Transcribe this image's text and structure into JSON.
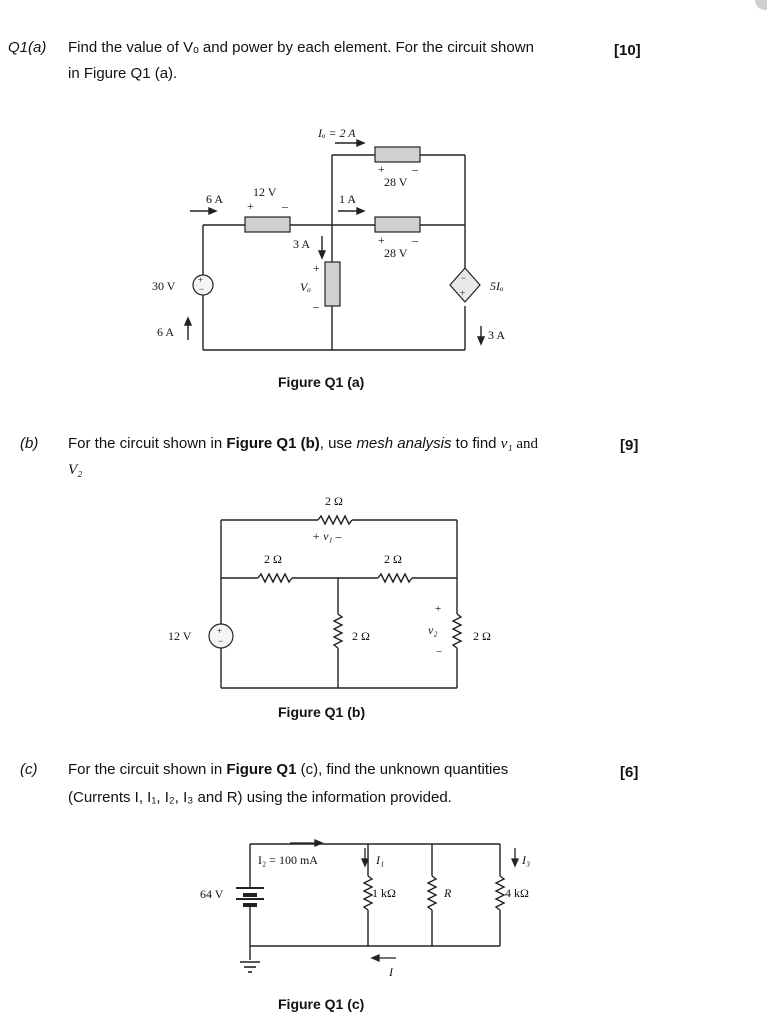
{
  "q1a": {
    "label": "Q1(a)",
    "text_line1": "Find the value of Vₒ and power by each element. For the circuit shown",
    "text_line2": "in Figure Q1 (a).",
    "marks": "[10]",
    "figure": {
      "io_label": "Iₒ = 2 A",
      "top_28v": "28 V",
      "mid_28v": "28 V",
      "plus": "+",
      "minus": "–",
      "src_30v": "30 V",
      "cur_6a_top": "6 A",
      "v_12v": "12 V",
      "cur_1a": "1 A",
      "cur_3a_mid": "3 A",
      "vo_label": "Vₒ",
      "dep_label": "5Iₒ",
      "cur_6a_left": "6 A",
      "cur_3a_right": "3 A",
      "caption": "Figure Q1 (a)"
    }
  },
  "q1b": {
    "label": "(b)",
    "text_pre": "For the circuit shown in ",
    "text_fig": "Figure Q1 (b)",
    "text_mid": ", use ",
    "text_method": "mesh analysis",
    "text_post": " to find ",
    "v1": "v₁",
    "and": " and",
    "v2": "V₂",
    "marks": "[9]",
    "figure": {
      "r_top": "2 Ω",
      "v1_label": "+ v₁ –",
      "r_left": "2 Ω",
      "r_right": "2 Ω",
      "src_12v": "12 V",
      "r_mid": "2 Ω",
      "v2_label": "v₂",
      "r_far": "2 Ω",
      "caption": "Figure Q1 (b)"
    }
  },
  "q1c": {
    "label": "(c)",
    "text_line1_pre": "For the circuit shown in ",
    "text_line1_fig": "Figure Q1",
    "text_line1_post": " (c), find the unknown quantities",
    "text_line2": "(Currents I, I₁, I₂, I₃ and R) using the information provided.",
    "marks": "[6]",
    "figure": {
      "i2_label": "I₂ = 100 mA",
      "i1_label": "I₁",
      "i3_label": "I₃",
      "src": "64 V",
      "r1": "1 kΩ",
      "r": "R",
      "r4": "4 kΩ",
      "i_label": "I",
      "caption": "Figure Q1 (c)"
    }
  }
}
